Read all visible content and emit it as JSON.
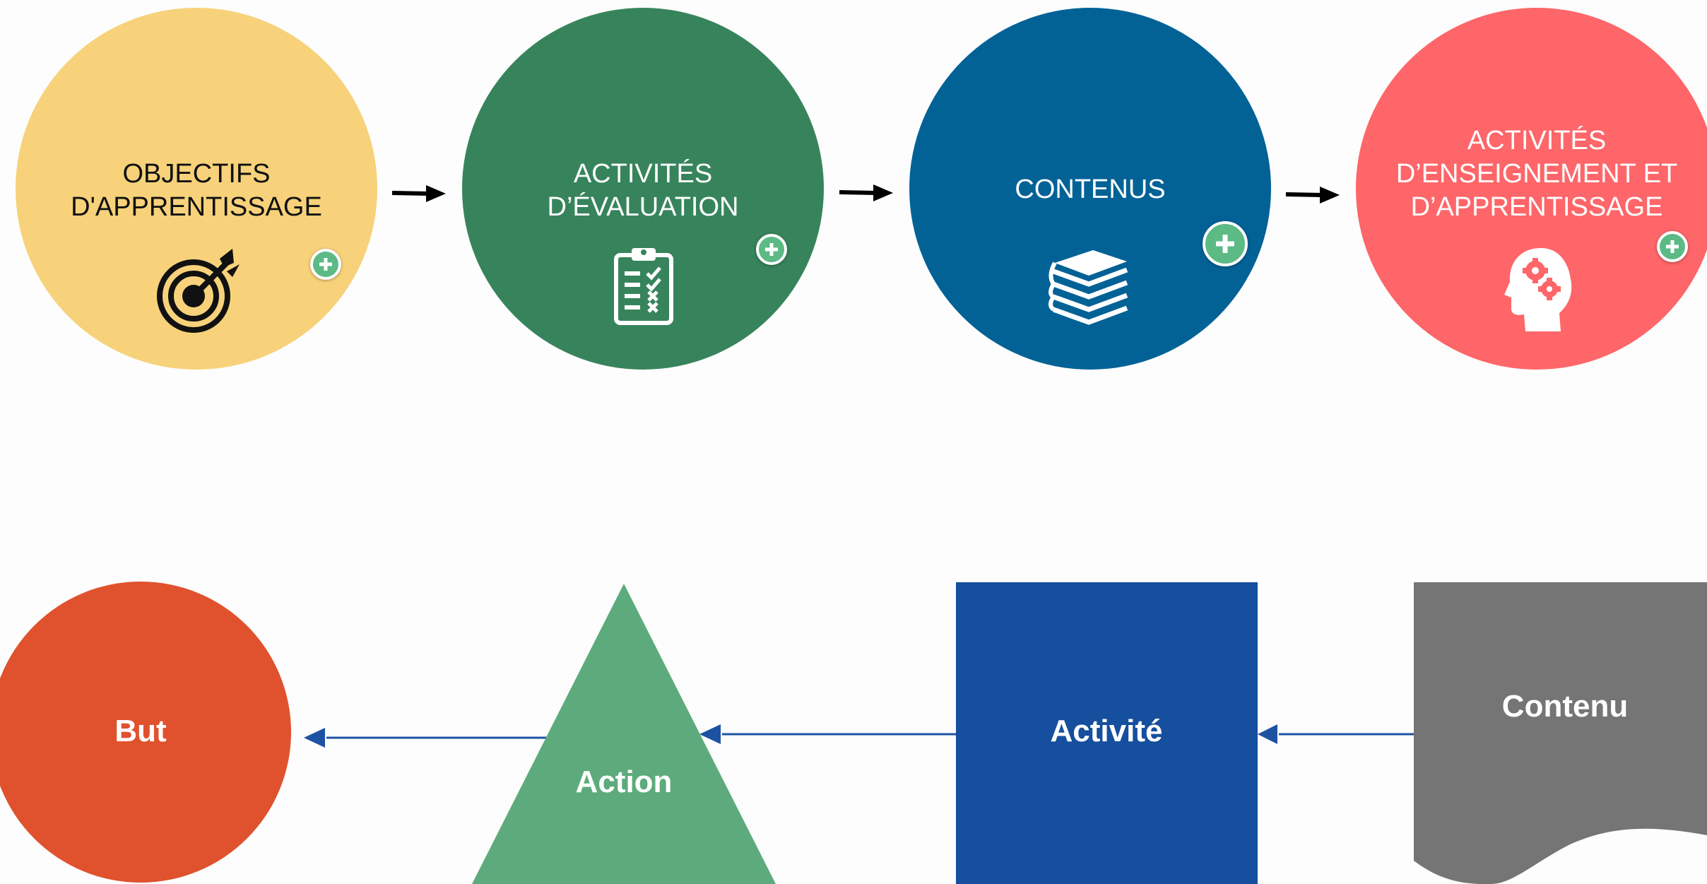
{
  "top_flow": {
    "steps": [
      {
        "lines": [
          "OBJECTIFS",
          "D'APPRENTISSAGE"
        ],
        "color": "#f7d27a",
        "text_color": "#111111",
        "icon": "target-icon"
      },
      {
        "lines": [
          "ACTIVITÉS",
          "D’ÉVALUATION"
        ],
        "color": "#37845c",
        "text_color": "#ffffff",
        "icon": "clipboard-checklist-icon"
      },
      {
        "lines": [
          "CONTENUS"
        ],
        "color": "#026296",
        "text_color": "#ffffff",
        "icon": "books-stack-icon"
      },
      {
        "lines": [
          "ACTIVITÉS",
          "D’ENSEIGNEMENT ET",
          "D’APPRENTISSAGE"
        ],
        "color": "#fe6669",
        "text_color": "#ffffff",
        "icon": "head-gears-icon"
      }
    ],
    "add_button_icon": "plus-icon",
    "arrow_color": "#000000"
  },
  "bottom_flow": {
    "nodes": {
      "but": {
        "label": "But",
        "color": "#e0522e"
      },
      "action": {
        "label": "Action",
        "color": "#5dab7c"
      },
      "activite": {
        "label": "Activité",
        "color": "#154f9e"
      },
      "contenu": {
        "label": "Contenu",
        "color": "#757575"
      }
    },
    "connector_color": "#1d52a3"
  }
}
